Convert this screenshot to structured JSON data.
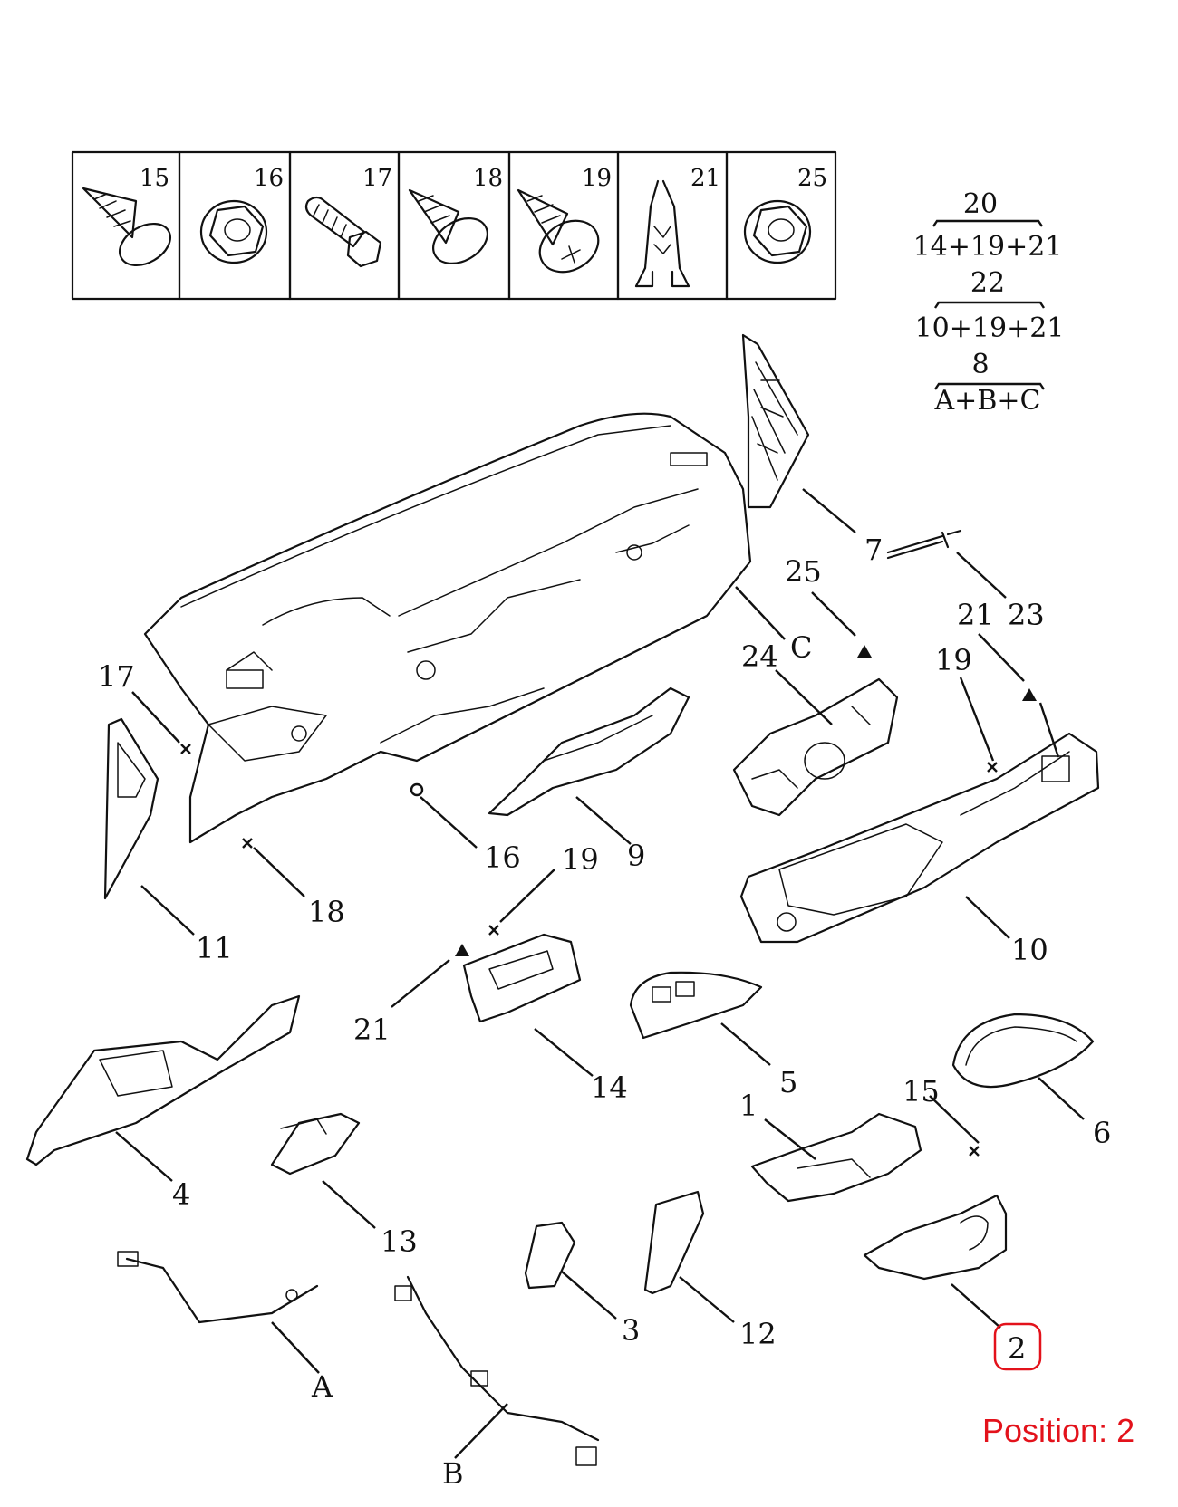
{
  "fastener_table": [
    {
      "number": "15",
      "icon": "wood-screw-icon"
    },
    {
      "number": "16",
      "icon": "flange-nut-icon"
    },
    {
      "number": "17",
      "icon": "hex-bolt-icon"
    },
    {
      "number": "18",
      "icon": "tapping-screw-icon"
    },
    {
      "number": "19",
      "icon": "pan-head-screw-icon"
    },
    {
      "number": "21",
      "icon": "spring-clip-icon"
    },
    {
      "number": "25",
      "icon": "flange-nut-icon"
    }
  ],
  "kits": [
    {
      "number": "20",
      "contents": "14+19+21"
    },
    {
      "number": "22",
      "contents": "10+19+21"
    },
    {
      "number": "8",
      "contents": "A+B+C"
    }
  ],
  "callouts": {
    "c7": "7",
    "c23": "23",
    "c25": "25",
    "c21a": "21",
    "c19a": "19",
    "C": "C",
    "c24": "24",
    "c17": "17",
    "c16": "16",
    "c9": "9",
    "c18": "18",
    "c11": "11",
    "c19b": "19",
    "c10": "10",
    "c21b": "21",
    "c14": "14",
    "c5": "5",
    "c6": "6",
    "c15": "15",
    "c1": "1",
    "c4": "4",
    "c13": "13",
    "c3": "3",
    "c12": "12",
    "c2": "2",
    "A": "A",
    "B": "B"
  },
  "highlight": {
    "label": "Position: 2",
    "color": "#e3121b"
  }
}
